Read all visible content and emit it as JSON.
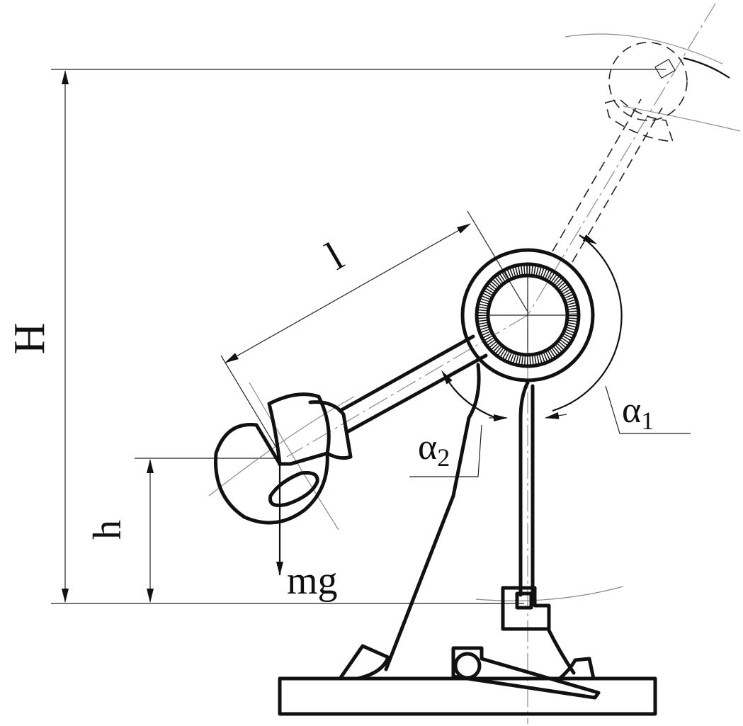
{
  "labels": {
    "H": "H",
    "l": "l",
    "h": "h",
    "mg": "mg",
    "alpha1": {
      "base": "α",
      "sub": "1"
    },
    "alpha2": {
      "base": "α",
      "sub": "2"
    }
  },
  "colors": {
    "ink": "#111111",
    "construction": "#8a8a8a",
    "background": "#ffffff"
  }
}
